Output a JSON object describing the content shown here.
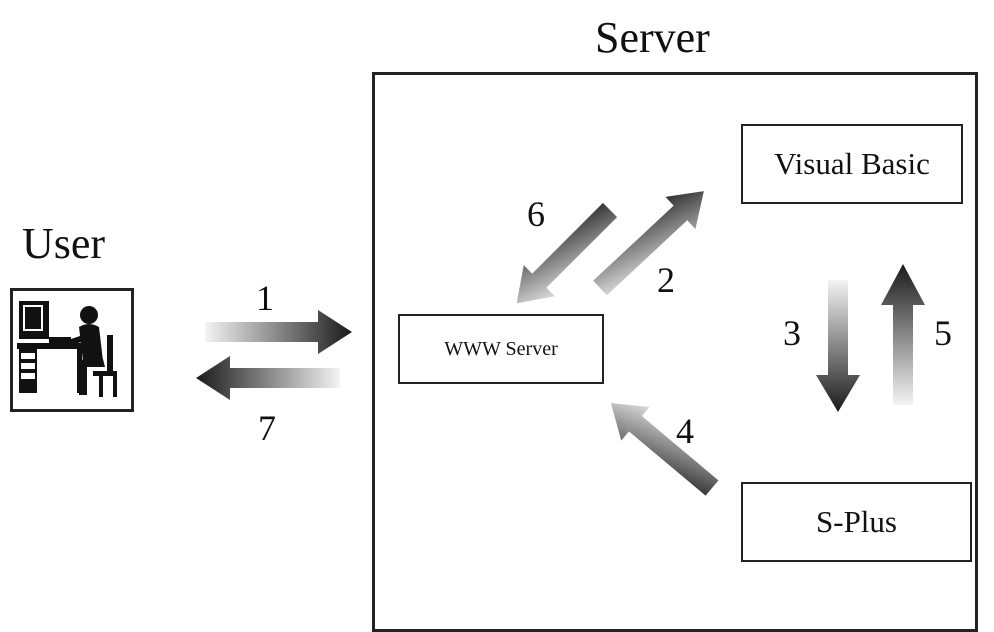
{
  "diagram": {
    "server_title": "Server",
    "user_title": "User",
    "boxes": {
      "visual_basic": "Visual Basic",
      "www_server": "WWW Server",
      "s_plus": "S-Plus"
    },
    "steps": [
      "1",
      "2",
      "3",
      "4",
      "5",
      "6",
      "7"
    ],
    "arrow_color": "#1a1a1a",
    "icon": "user-at-computer-icon"
  }
}
